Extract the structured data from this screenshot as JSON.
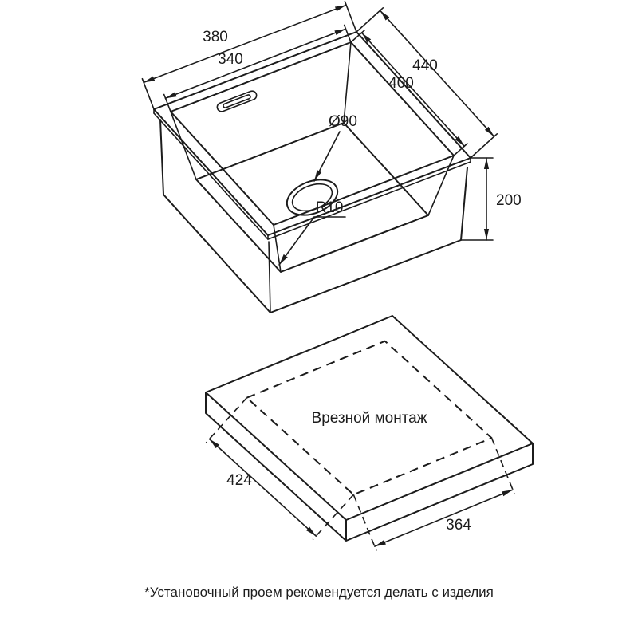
{
  "figure": {
    "footnote": "*Установочный проем рекомендуется делать с изделия"
  },
  "sink_view": {
    "dim_outer_width": "380",
    "dim_inner_width": "340",
    "dim_outer_length": "440",
    "dim_inner_length": "400",
    "dim_drain_diameter": "Ø90",
    "dim_corner_radius": "R10",
    "dim_bowl_depth": "200"
  },
  "mount_view": {
    "label": "Врезной монтаж",
    "dim_cutout_width": "424",
    "dim_cutout_length": "364"
  },
  "colors": {
    "line": "#1c1c1c",
    "background": "#ffffff"
  }
}
